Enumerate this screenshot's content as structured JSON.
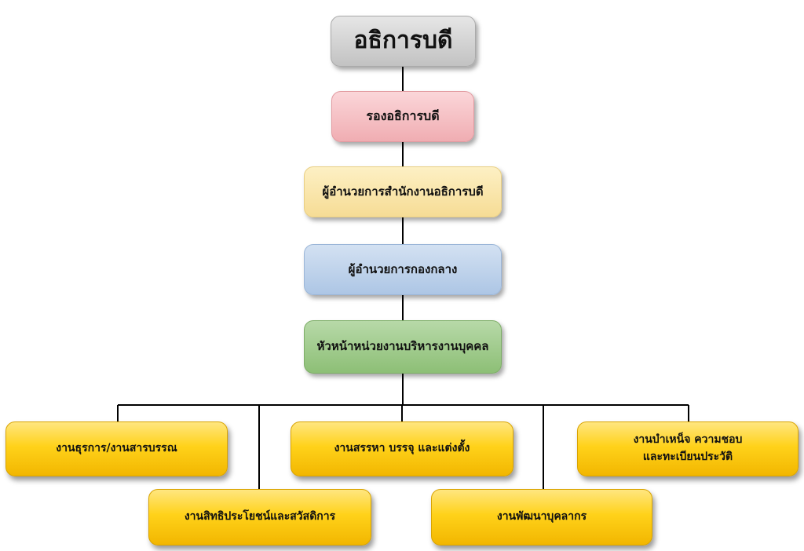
{
  "chart": {
    "level1": "อธิการบดี",
    "level2": "รองอธิการบดี",
    "level3": "ผู้อำนวยการสำนักงานอธิการบดี",
    "level4": "ผู้อำนวยการกองกลาง",
    "level5": "หัวหน้าหน่วยงานบริหารงานบุคคล",
    "units": [
      "งานธุรการ/งานสารบรรณ",
      "งานสิทธิประโยชน์และสวัสดิการ",
      "งานสรรหา บรรจุ และแต่งตั้ง",
      "งานพัฒนาบุคลากร",
      "งานบำเหน็จ ความชอบ\nและทะเบียนประวัติ"
    ]
  },
  "colors": {
    "level1": "#c8c8c8",
    "level2": "#f4b8bc",
    "level3": "#f9e2a4",
    "level4": "#b8cfea",
    "level5": "#98c884",
    "units": "#ffcc00",
    "connector": "#000000"
  }
}
